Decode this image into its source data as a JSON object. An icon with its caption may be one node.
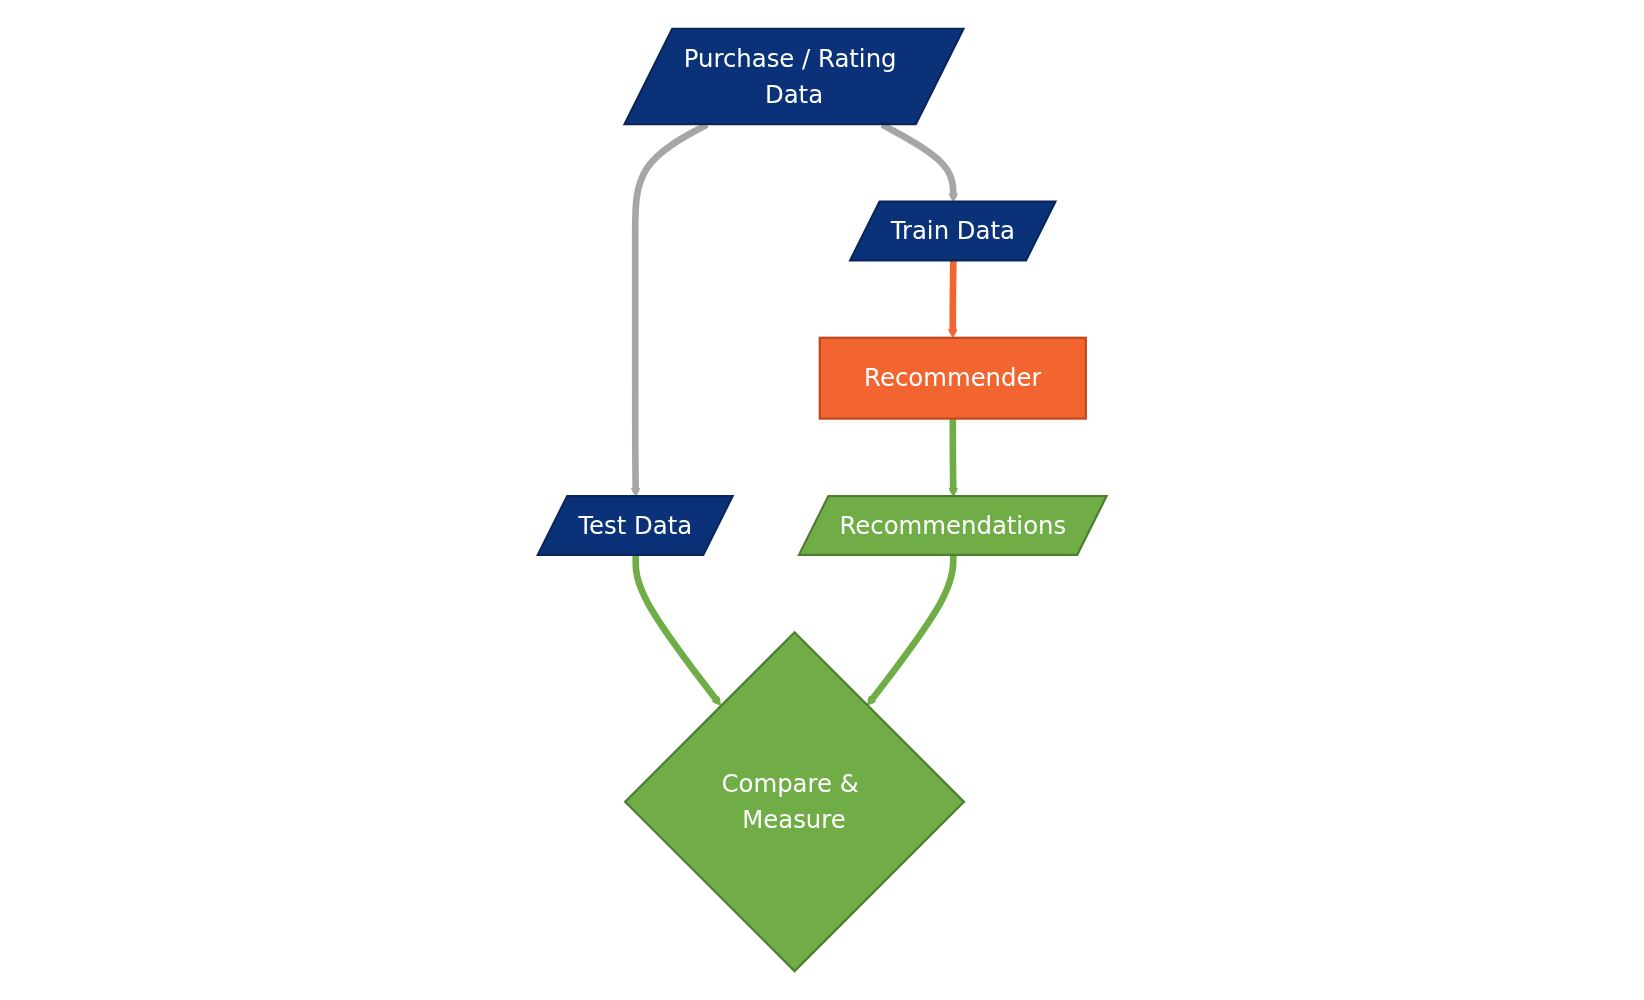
{
  "diagram": {
    "nodes": [
      {
        "text": [
          "Purchase / Rating Data"
        ]
      },
      {
        "text": [
          "Train Data"
        ]
      },
      {
        "text": [
          "Test Data"
        ]
      },
      {
        "text": [
          "Recommender"
        ]
      },
      {
        "text": [
          "Recommendations"
        ]
      },
      {
        "text": [
          "Compare & Measure"
        ]
      }
    ],
    "edges": [
      {
        "from": 0,
        "to": 1,
        "arrow": "to",
        "color": "#a6a6a6"
      },
      {
        "from": 0,
        "to": 2,
        "arrow": "to",
        "color": "#a6a6a6"
      },
      {
        "from": 1,
        "to": 3,
        "arrow": "to",
        "color": "#f26430"
      },
      {
        "from": 2,
        "to": 5,
        "arrow": "to"
      },
      {
        "from": 3,
        "to": 4,
        "arrow": "to"
      },
      {
        "from": 4,
        "to": 5,
        "arrow": "to"
      }
    ]
  }
}
